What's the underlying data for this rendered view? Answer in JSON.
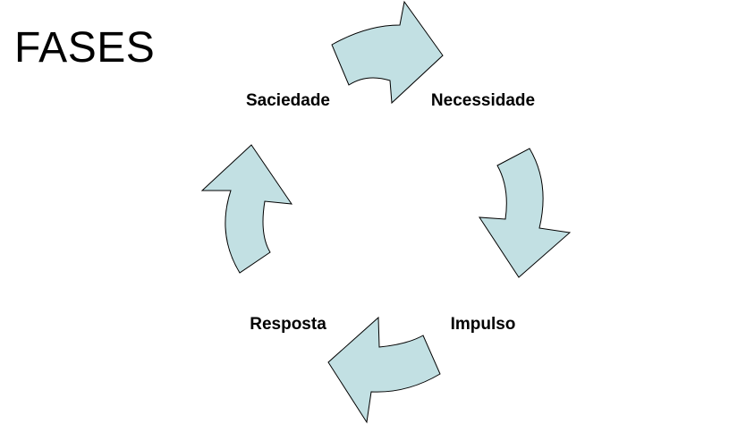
{
  "title": "FASES",
  "colors": {
    "arrow_fill": "#c2e0e3",
    "arrow_stroke": "#000000",
    "text": "#000000",
    "background": "#ffffff"
  },
  "cycle": {
    "stages": [
      {
        "label": "Necessidade"
      },
      {
        "label": "Impulso"
      },
      {
        "label": "Resposta"
      },
      {
        "label": "Saciedade"
      }
    ]
  }
}
